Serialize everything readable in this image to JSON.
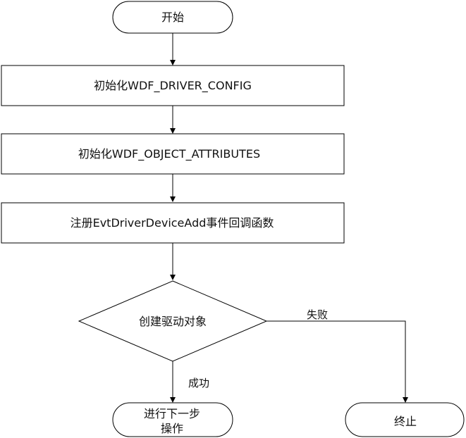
{
  "diagram": {
    "stroke_color": "#000000",
    "fill_color": "#ffffff",
    "nodes": {
      "start": {
        "shape": "terminator",
        "label": "开始"
      },
      "init_driver_config": {
        "shape": "process",
        "label": "初始化WDF_DRIVER_CONFIG"
      },
      "init_object_attributes": {
        "shape": "process",
        "label": "初始化WDF_OBJECT_ATTRIBUTES"
      },
      "register_callback": {
        "shape": "process",
        "label": "注册EvtDriverDeviceAdd事件回调函数"
      },
      "create_driver_object": {
        "shape": "decision",
        "label": "创建驱动对象"
      },
      "next_step": {
        "shape": "terminator",
        "label_line1": "进行下一步",
        "label_line2": "操作"
      },
      "end": {
        "shape": "terminator",
        "label": "终止"
      }
    },
    "edges": {
      "success_label": "成功",
      "failure_label": "失败"
    }
  }
}
